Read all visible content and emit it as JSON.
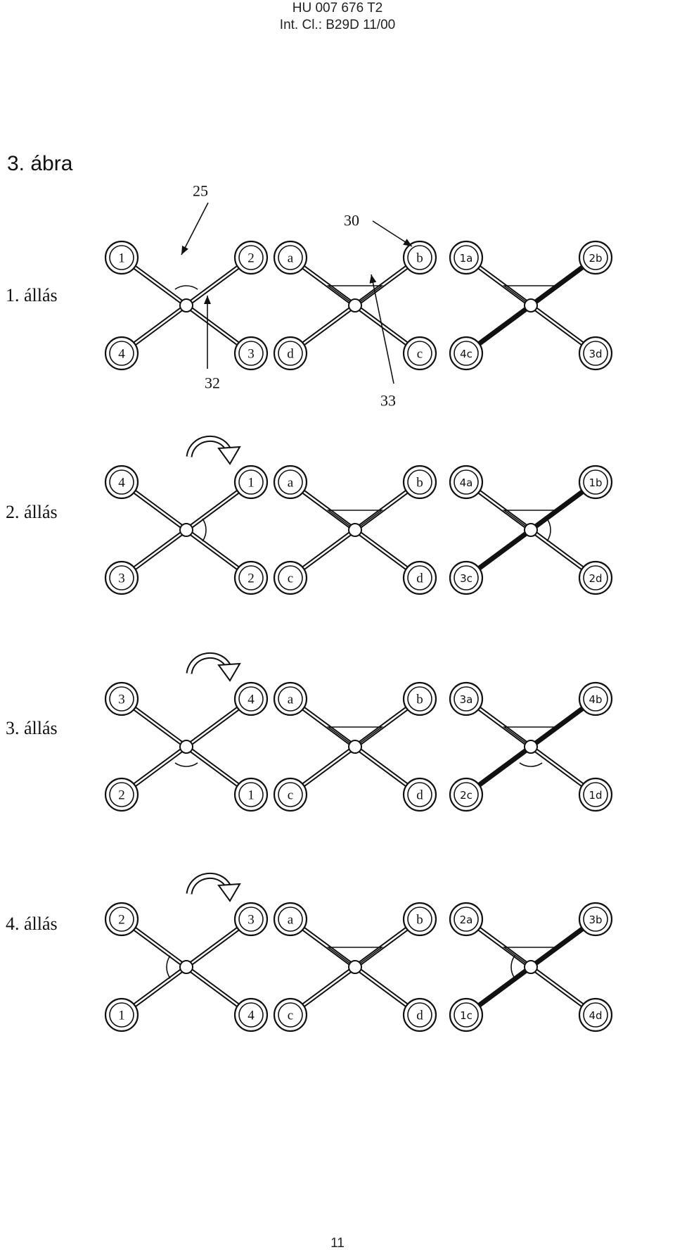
{
  "header": {
    "line1": "HU 007 676 T2",
    "line2": "Int. Cl.: B29D 11/00"
  },
  "figure_title": "3. ábra",
  "reference_numerals": [
    "25",
    "30",
    "32",
    "33"
  ],
  "rows": [
    {
      "label": "1. állás",
      "left_nodes": [
        "1",
        "2",
        "3",
        "4"
      ],
      "middle_nodes": [
        "a",
        "b",
        "c",
        "d"
      ],
      "right_nodes": [
        "1a",
        "2b",
        "3d",
        "4c"
      ]
    },
    {
      "label": "2. állás",
      "left_nodes": [
        "4",
        "1",
        "2",
        "3"
      ],
      "middle_nodes": [
        "a",
        "b",
        "d",
        "c"
      ],
      "right_nodes": [
        "4a",
        "1b",
        "2d",
        "3c"
      ]
    },
    {
      "label": "3. állás",
      "left_nodes": [
        "3",
        "4",
        "1",
        "2"
      ],
      "middle_nodes": [
        "a",
        "b",
        "d",
        "c"
      ],
      "right_nodes": [
        "3a",
        "4b",
        "1d",
        "2c"
      ]
    },
    {
      "label": "4. állás",
      "left_nodes": [
        "2",
        "3",
        "4",
        "1"
      ],
      "middle_nodes": [
        "a",
        "b",
        "d",
        "c"
      ],
      "right_nodes": [
        "2a",
        "3b",
        "4d",
        "1c"
      ]
    }
  ],
  "page_number": "11"
}
